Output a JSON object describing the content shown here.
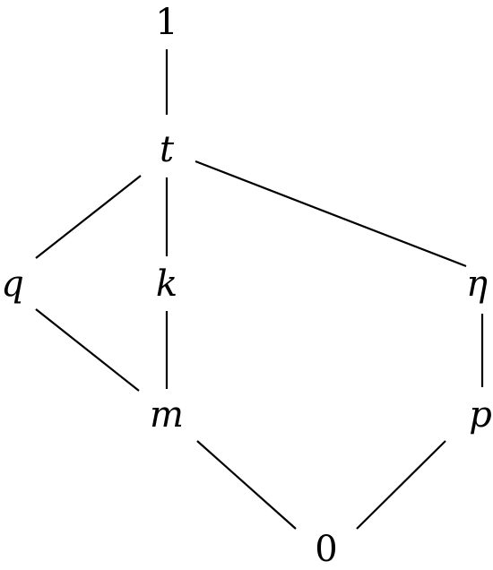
{
  "diagram": {
    "nodes": [
      {
        "id": "one",
        "label": "1",
        "italic": false
      },
      {
        "id": "t",
        "label": "t",
        "italic": true
      },
      {
        "id": "q",
        "label": "q",
        "italic": true
      },
      {
        "id": "k",
        "label": "k",
        "italic": true
      },
      {
        "id": "eta",
        "label": "η",
        "italic": true
      },
      {
        "id": "m",
        "label": "m",
        "italic": true
      },
      {
        "id": "p",
        "label": "p",
        "italic": true
      },
      {
        "id": "zero",
        "label": "0",
        "italic": false
      }
    ],
    "edges": [
      {
        "from": "one",
        "to": "t"
      },
      {
        "from": "t",
        "to": "q"
      },
      {
        "from": "t",
        "to": "k"
      },
      {
        "from": "t",
        "to": "eta"
      },
      {
        "from": "q",
        "to": "m"
      },
      {
        "from": "k",
        "to": "m"
      },
      {
        "from": "eta",
        "to": "p"
      },
      {
        "from": "m",
        "to": "zero"
      },
      {
        "from": "p",
        "to": "zero"
      }
    ]
  }
}
